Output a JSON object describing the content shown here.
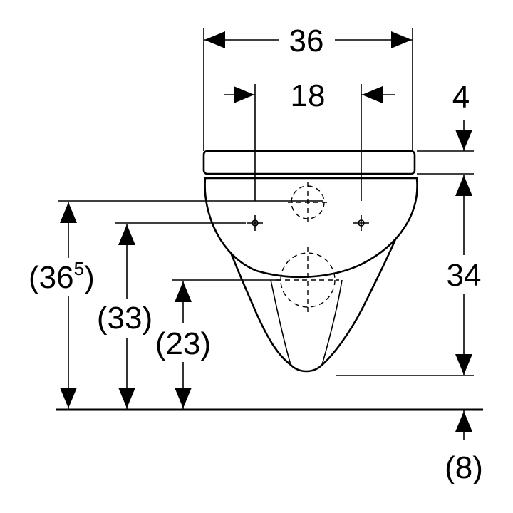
{
  "dimensions": {
    "overall_width": "36",
    "fixing_distance": "18",
    "seat_thickness": "4",
    "bowl_height": "34",
    "height_total_main": "(36",
    "height_total_sup": "5",
    "height_total_close": ")",
    "height_fixings": "(33)",
    "height_outlet": "(23)",
    "floor_offset": "(8)"
  },
  "colors": {
    "line": "#000000",
    "background": "#ffffff"
  }
}
